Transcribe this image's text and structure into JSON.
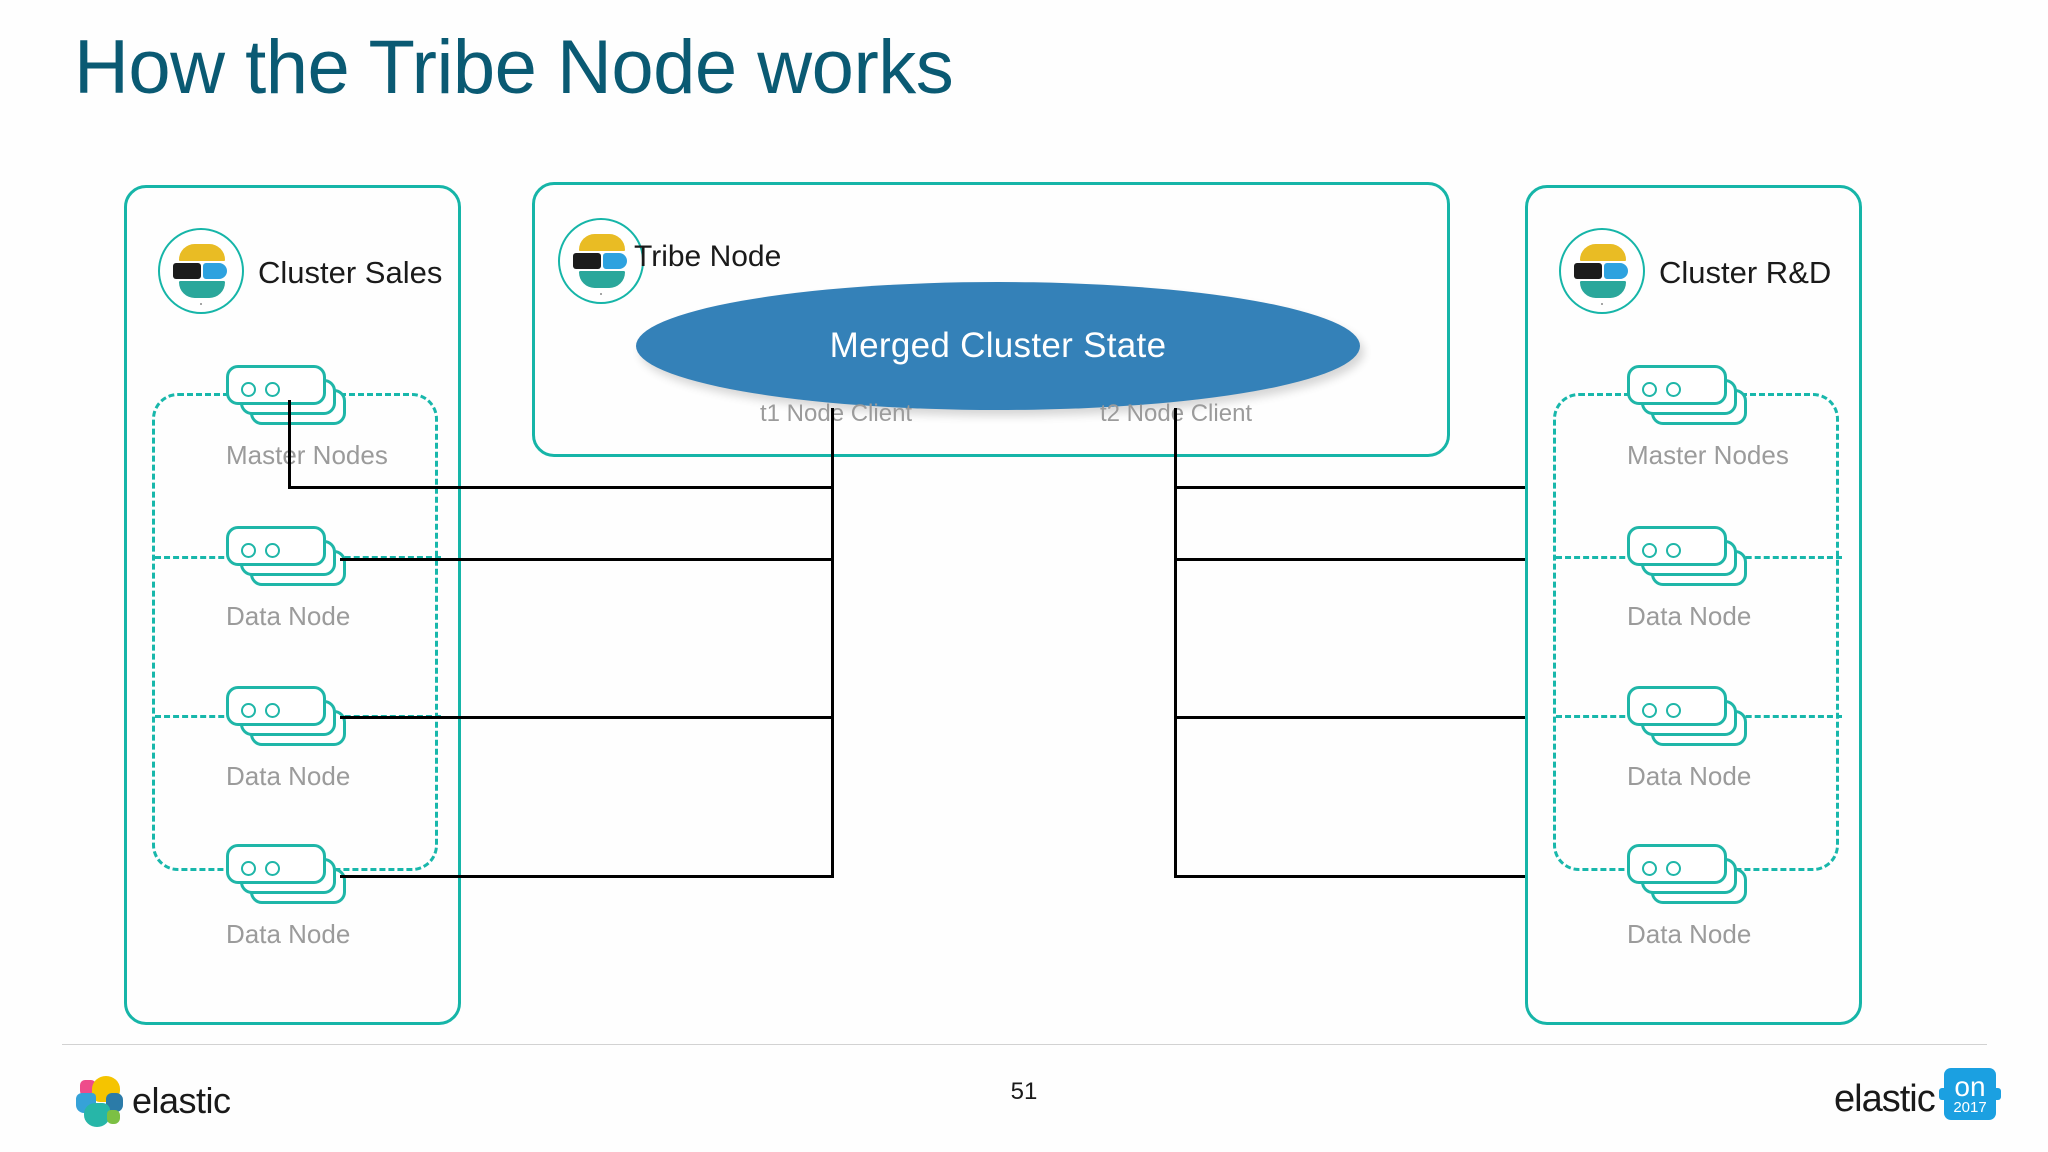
{
  "slide": {
    "title": "How the Tribe Node works",
    "page_number": "51"
  },
  "colors": {
    "title": "#0A5A73",
    "teal": "#16B5A8",
    "dashed_teal": "#18B7AB",
    "ellipse_blue": "#3481B8",
    "label_gray": "#9b9b9b",
    "connector_black": "#000000",
    "badge_blue": "#1BA0E1"
  },
  "clusters": {
    "sales": {
      "name": "Cluster Sales",
      "logo_name": "elastic-logo-icon",
      "nodes": [
        {
          "label": "Master Nodes"
        },
        {
          "label": "Data Node"
        },
        {
          "label": "Data Node"
        },
        {
          "label": "Data Node"
        }
      ]
    },
    "rd": {
      "name": "Cluster R&D",
      "logo_name": "elastic-logo-icon",
      "nodes": [
        {
          "label": "Master Nodes"
        },
        {
          "label": "Data Node"
        },
        {
          "label": "Data Node"
        },
        {
          "label": "Data Node"
        }
      ]
    }
  },
  "tribe": {
    "name": "Tribe Node",
    "merged_state_label": "Merged Cluster State",
    "client_labels": [
      "t1 Node  Client",
      "t2 Node  Client"
    ]
  },
  "footer": {
    "brand": "elastic",
    "badge_brand": "elastic",
    "badge_on": "on",
    "badge_year": "2017"
  }
}
